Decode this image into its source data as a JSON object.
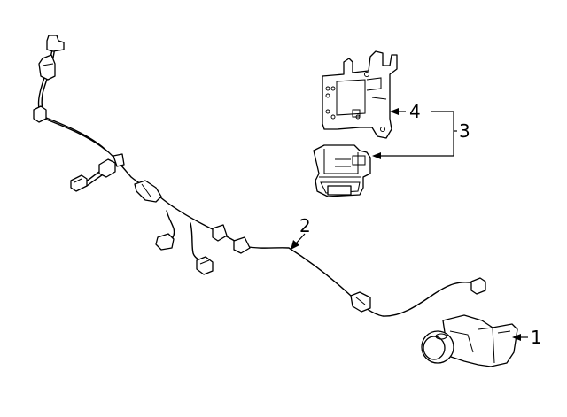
{
  "diagram": {
    "background_color": "#ffffff",
    "line_color": "#000000",
    "callouts": [
      {
        "id": "1",
        "text": "1"
      },
      {
        "id": "2",
        "text": "2"
      },
      {
        "id": "3",
        "text": "3"
      },
      {
        "id": "4",
        "text": "4"
      }
    ]
  }
}
